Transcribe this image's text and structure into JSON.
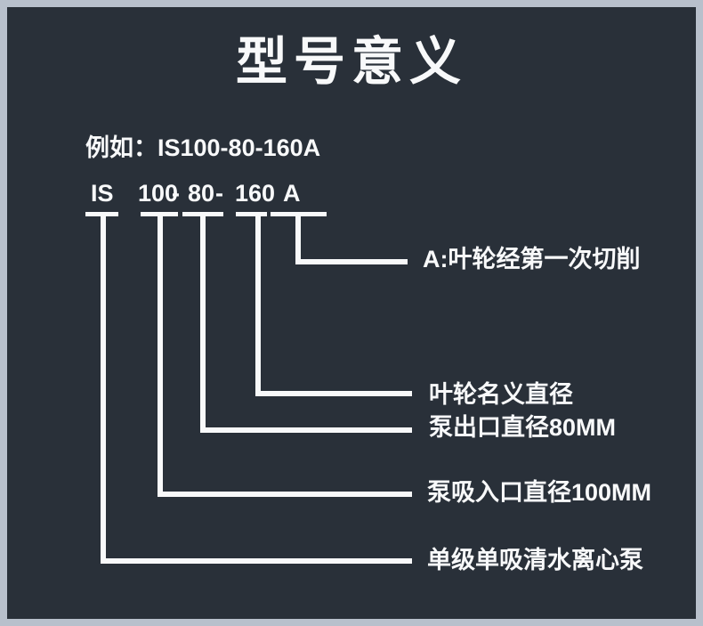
{
  "colors": {
    "background": "#293039",
    "frame": "#b8c0cc",
    "ink": "#f8f9fa"
  },
  "title": "型号意义",
  "example": "例如：IS100-80-160A",
  "model": {
    "full_code": "IS100-80-160A",
    "parts": [
      "IS",
      "100",
      "-",
      "80",
      "-",
      "160",
      "A"
    ]
  },
  "callouts": [
    {
      "for": "A",
      "text": "A:叶轮经第一次切削"
    },
    {
      "for": "160",
      "text": "叶轮名义直径"
    },
    {
      "for": "80",
      "text": "泵出口直径80MM"
    },
    {
      "for": "100",
      "text": "泵吸入口直径100MM"
    },
    {
      "for": "IS",
      "text": "单级单吸清水离心泵"
    }
  ]
}
